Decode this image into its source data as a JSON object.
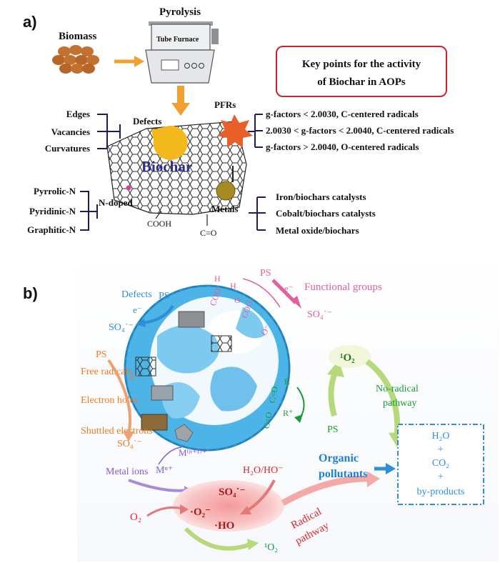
{
  "panel_a": {
    "label": "a)",
    "biomass": "Biomass",
    "pyrolysis": "Pyrolysis",
    "tube_furnace": "Tube Furnace",
    "key_points_line1": "Key points for the activity",
    "key_points_line2": "of Biochar in AOPs",
    "defects": "Defects",
    "pfrs": "PFRs",
    "biochar": "Biochar",
    "edges": "Edges",
    "vacancies": "Vacancies",
    "curvatures": "Curvatures",
    "g1": "g-factors < 2.0030, C-centered radicals",
    "g2": "2.0030 < g-factors < 2.0040, C-centered radicals",
    "g3": "g-factors > 2.0040, O-centered radicals",
    "n_doped": "N-doped",
    "pyrrolic": "Pyrrolic-N",
    "pyridinic": "Pyridinic-N",
    "graphitic": "Graphitic-N",
    "cooh": "COOH",
    "co": "C=O",
    "metals": "Metals",
    "iron": "Iron/biochars catalysts",
    "cobalt": "Cobalt/biochars catalysts",
    "metal_oxide": "Metal oxide/biochars"
  },
  "panel_b": {
    "label": "b)",
    "defects": "Defects",
    "ps": "PS",
    "e": "e⁻",
    "so4": "SO₄˙⁻",
    "functional_groups": "Functional groups",
    "free_radicals": "Free  radicals",
    "electron_holes": "Electron holes",
    "shuttled_electrons": "Shuttled electrons",
    "metal_ions": "Metal ions",
    "m_n": "Mⁿ⁺",
    "m_n1": "M⁽ⁿ⁺¹⁾⁺",
    "singlet_o2": "¹O₂",
    "no_radical_1": "No-radical",
    "no_radical_2": "pathway",
    "organic_1": "Organic",
    "organic_2": "pollutants",
    "h2o": "H₂O",
    "plus": "+",
    "co2": "CO₂",
    "byproducts": "by-products",
    "o2": "O₂",
    "h2o_ho": "H₂O/HO⁻",
    "superoxide": "·O₂⁻",
    "hydroxyl": "·HO",
    "radical_1": "Radical",
    "radical_2": "pathway",
    "fg_h1": "H",
    "fg_coo": "COO",
    "fg_h2": "H",
    "fg_o": "O",
    "fg_coo2": "COO",
    "fg_ominus": "O⁻",
    "fg_r": "R",
    "fg_co": "C=O",
    "fg_co2": "C=O",
    "fg_rplus": "R⁺"
  },
  "colors": {
    "navy": "#1c1c60",
    "blue": "#2e8fd6",
    "pink": "#e0609c",
    "orange": "#ee7a22",
    "purple": "#8a5bd0",
    "red": "#e0262c",
    "green": "#1a9a3a",
    "lime": "#b6d97c"
  }
}
